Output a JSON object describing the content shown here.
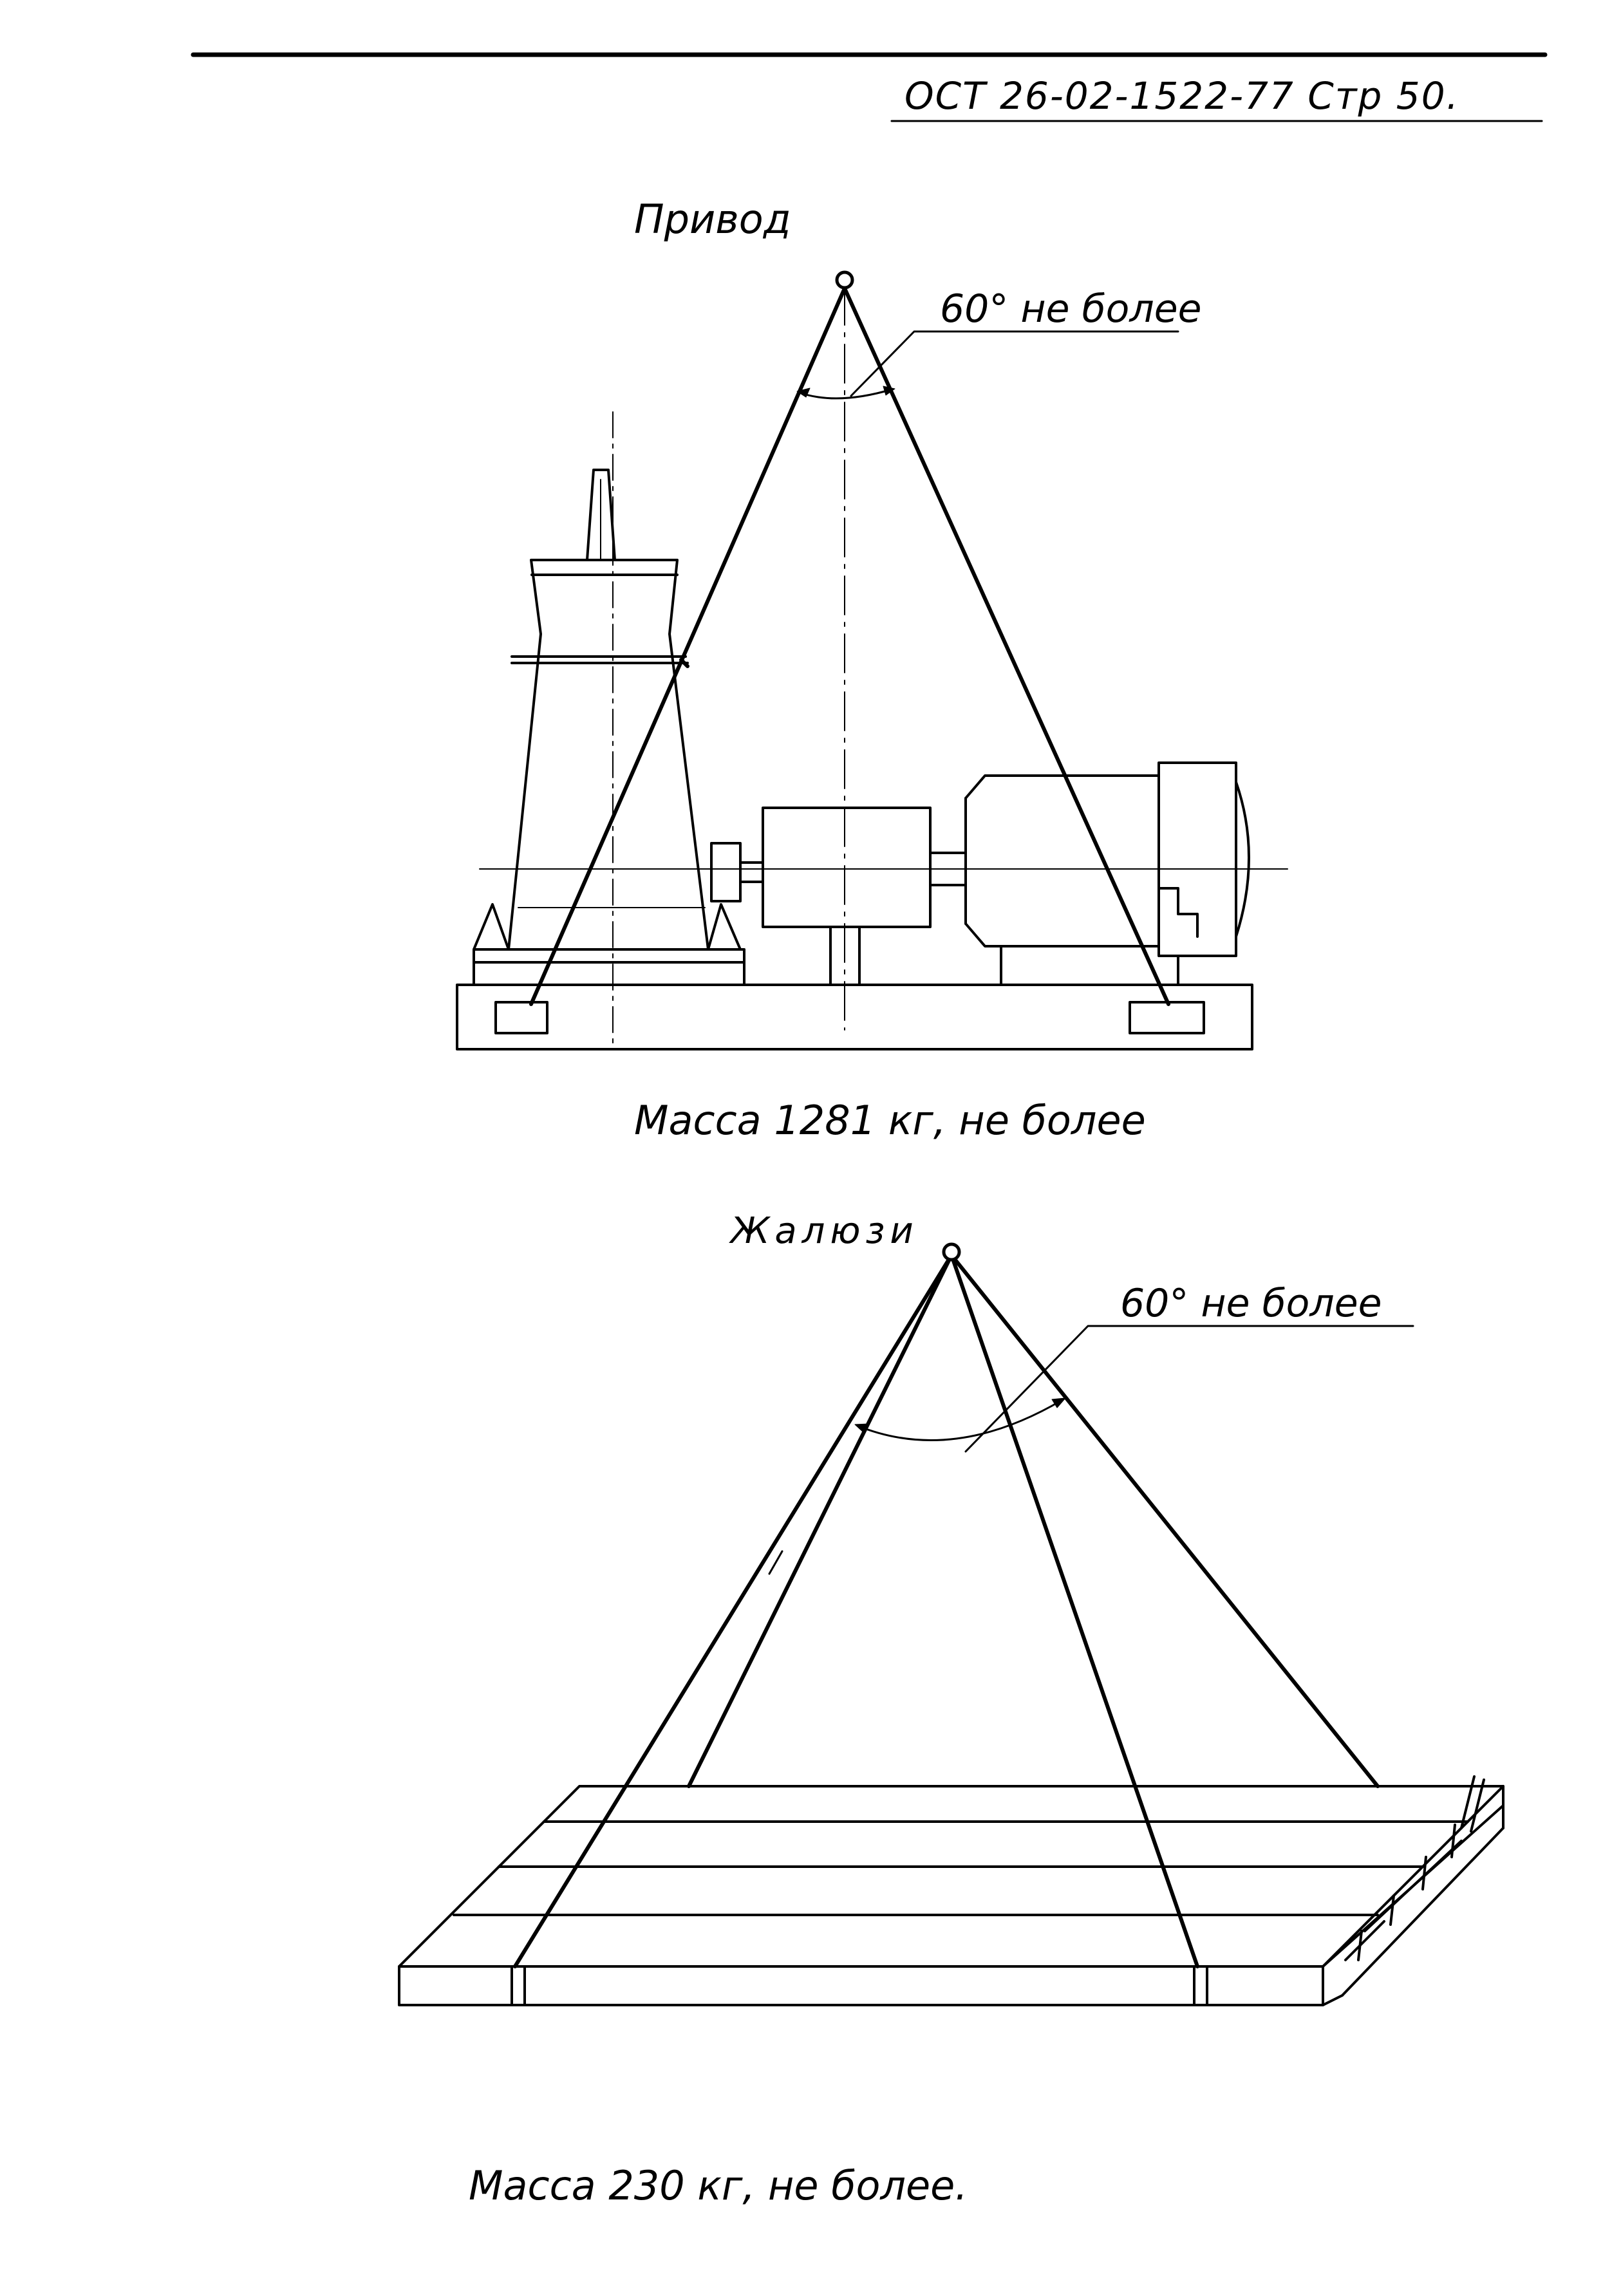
{
  "header": {
    "doc_ref": "ОСТ 26-02-1522-77   Стр 50."
  },
  "figure_drive": {
    "title": "Привод",
    "angle_note": "60° не более",
    "mass_note": "Масса 1281 кг, не более"
  },
  "figure_louvers": {
    "title": "Жалюзи",
    "angle_note": "60° не более",
    "mass_note": "Масса 230 кг, не более."
  }
}
